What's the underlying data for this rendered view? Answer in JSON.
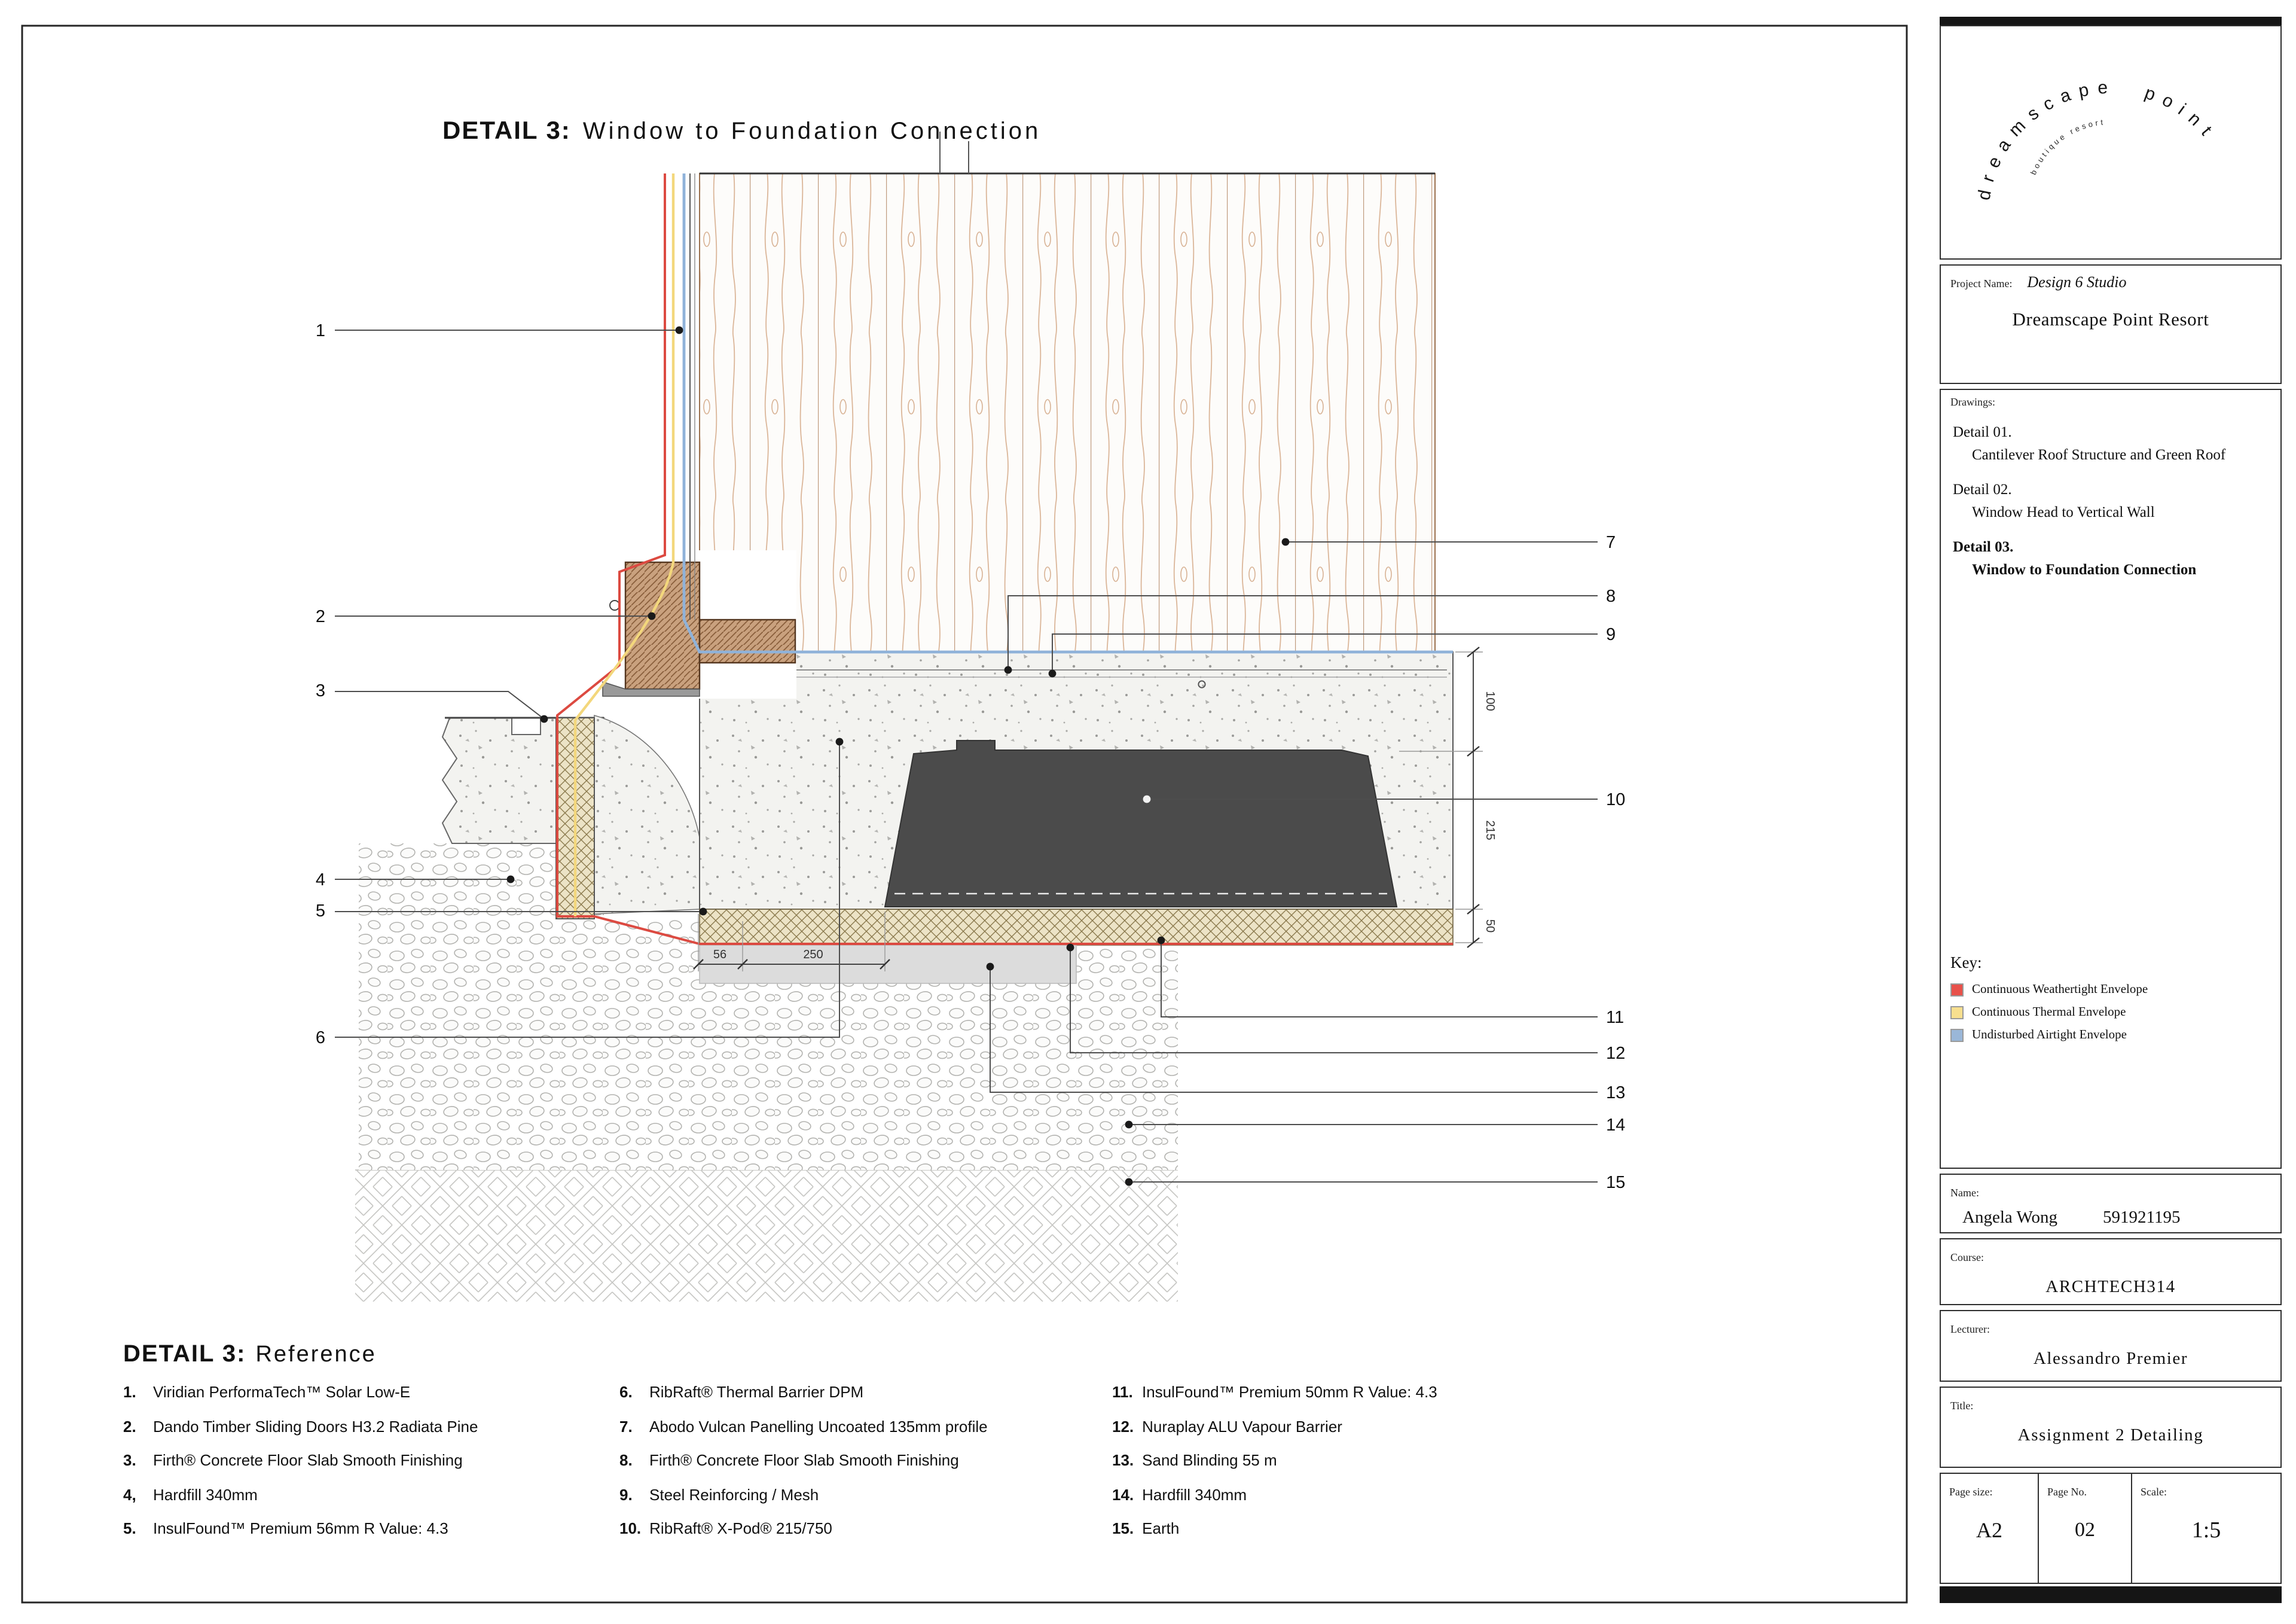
{
  "drawing": {
    "title_bold": "DETAIL 3:",
    "title_rest": "Window to Foundation Connection",
    "callouts": [
      "1",
      "2",
      "3",
      "4",
      "5",
      "6",
      "7",
      "8",
      "9",
      "10",
      "11",
      "12",
      "13",
      "14",
      "15"
    ],
    "dims": {
      "v100": "100",
      "v215": "215",
      "v50": "50",
      "h56": "56",
      "h250": "250"
    }
  },
  "reference": {
    "heading_bold": "DETAIL 3:",
    "heading_rest": "Reference",
    "items": [
      {
        "num": "1.",
        "text": "Viridian PerformaTech™ Solar Low-E"
      },
      {
        "num": "2.",
        "text": "Dando Timber Sliding Doors H3.2 Radiata Pine"
      },
      {
        "num": "3.",
        "text": "Firth® Concrete Floor Slab Smooth Finishing"
      },
      {
        "num": "4,",
        "text": "Hardfill 340mm"
      },
      {
        "num": "5.",
        "text": "InsulFound™ Premium 56mm R Value: 4.3"
      },
      {
        "num": "6.",
        "text": "RibRaft® Thermal Barrier DPM"
      },
      {
        "num": "7.",
        "text": "Abodo Vulcan Panelling Uncoated 135mm profile"
      },
      {
        "num": "8.",
        "text": "Firth® Concrete Floor Slab Smooth Finishing"
      },
      {
        "num": "9.",
        "text": "Steel Reinforcing / Mesh"
      },
      {
        "num": "10.",
        "text": "RibRaft® X-Pod® 215/750"
      },
      {
        "num": "11.",
        "text": "InsulFound™ Premium 50mm R Value: 4.3"
      },
      {
        "num": "12.",
        "text": "Nuraplay ALU Vapour Barrier"
      },
      {
        "num": "13.",
        "text": "Sand Blinding 55 m"
      },
      {
        "num": "14.",
        "text": "Hardfill 340mm"
      },
      {
        "num": "15.",
        "text": "Earth"
      }
    ]
  },
  "titleblock": {
    "logo_main": "dreamscape point",
    "logo_sub": "boutique resort",
    "project_label": "Project Name:",
    "project_value": "Design 6 Studio",
    "resort_name": "Dreamscape Point Resort",
    "drawings_label": "Drawings:",
    "drawings": [
      {
        "no": "Detail 01.",
        "name": "Cantilever Roof Structure and Green Roof"
      },
      {
        "no": "Detail 02.",
        "name": "Window Head to Vertical Wall"
      },
      {
        "no": "Detail 03.",
        "name": "Window to Foundation Connection"
      }
    ],
    "key": {
      "label": "Key:",
      "items": [
        {
          "color": "#e8514a",
          "label": "Continuous Weathertight Envelope"
        },
        {
          "color": "#f8df8e",
          "label": "Continuous Thermal Envelope"
        },
        {
          "color": "#9ab7d8",
          "label": "Undisturbed Airtight Envelope"
        }
      ]
    },
    "name_label": "Name:",
    "name_value": "Angela Wong",
    "student_id": "591921195",
    "course_label": "Course:",
    "course_value": "ARCHTECH314",
    "lecturer_label": "Lecturer:",
    "lecturer_value": "Alessandro Premier",
    "title_label": "Title:",
    "title_value": "Assignment 2 Detailing",
    "page_size_label": "Page size:",
    "page_size_value": "A2",
    "page_no_label": "Page No.",
    "page_no_value": "02",
    "scale_label": "Scale:",
    "scale_value": "1:5"
  }
}
